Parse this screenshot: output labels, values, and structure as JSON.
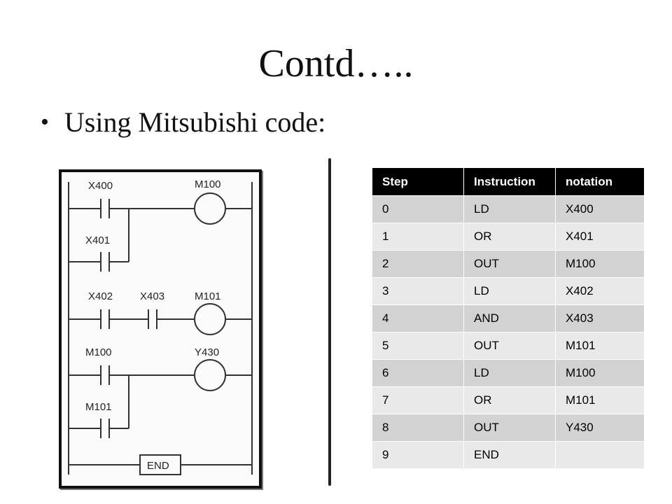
{
  "slide": {
    "title": "Contd…..",
    "bullet": "Using Mitsubishi code:"
  },
  "ladder": {
    "contacts": [
      "X400",
      "X401",
      "X402",
      "X403",
      "M100",
      "M101"
    ],
    "coils": [
      "M100",
      "M101",
      "Y430"
    ],
    "end_label": "END"
  },
  "table": {
    "headers": [
      "Step",
      "Instruction",
      "notation"
    ],
    "rows": [
      [
        "0",
        "LD",
        "X400"
      ],
      [
        "1",
        "OR",
        "X401"
      ],
      [
        "2",
        "OUT",
        "M100"
      ],
      [
        "3",
        "LD",
        "X402"
      ],
      [
        "4",
        "AND",
        "X403"
      ],
      [
        "5",
        "OUT",
        "M101"
      ],
      [
        "6",
        "LD",
        "M100"
      ],
      [
        "7",
        "OR",
        "M101"
      ],
      [
        "8",
        "OUT",
        "Y430"
      ],
      [
        "9",
        "END",
        ""
      ]
    ]
  }
}
